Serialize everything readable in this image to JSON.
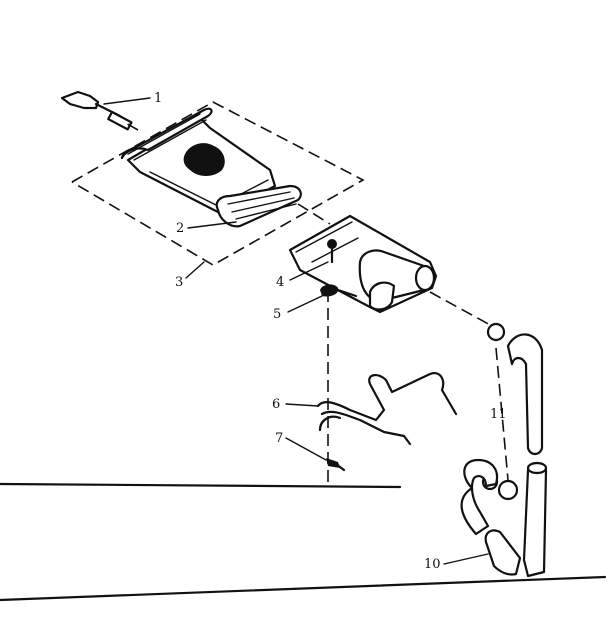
{
  "callouts": {
    "c1": "1",
    "c2": "2",
    "c3": "3",
    "c4": "4",
    "c5": "5",
    "c6": "6",
    "c7": "7",
    "c10": "10",
    "c11": "11"
  }
}
